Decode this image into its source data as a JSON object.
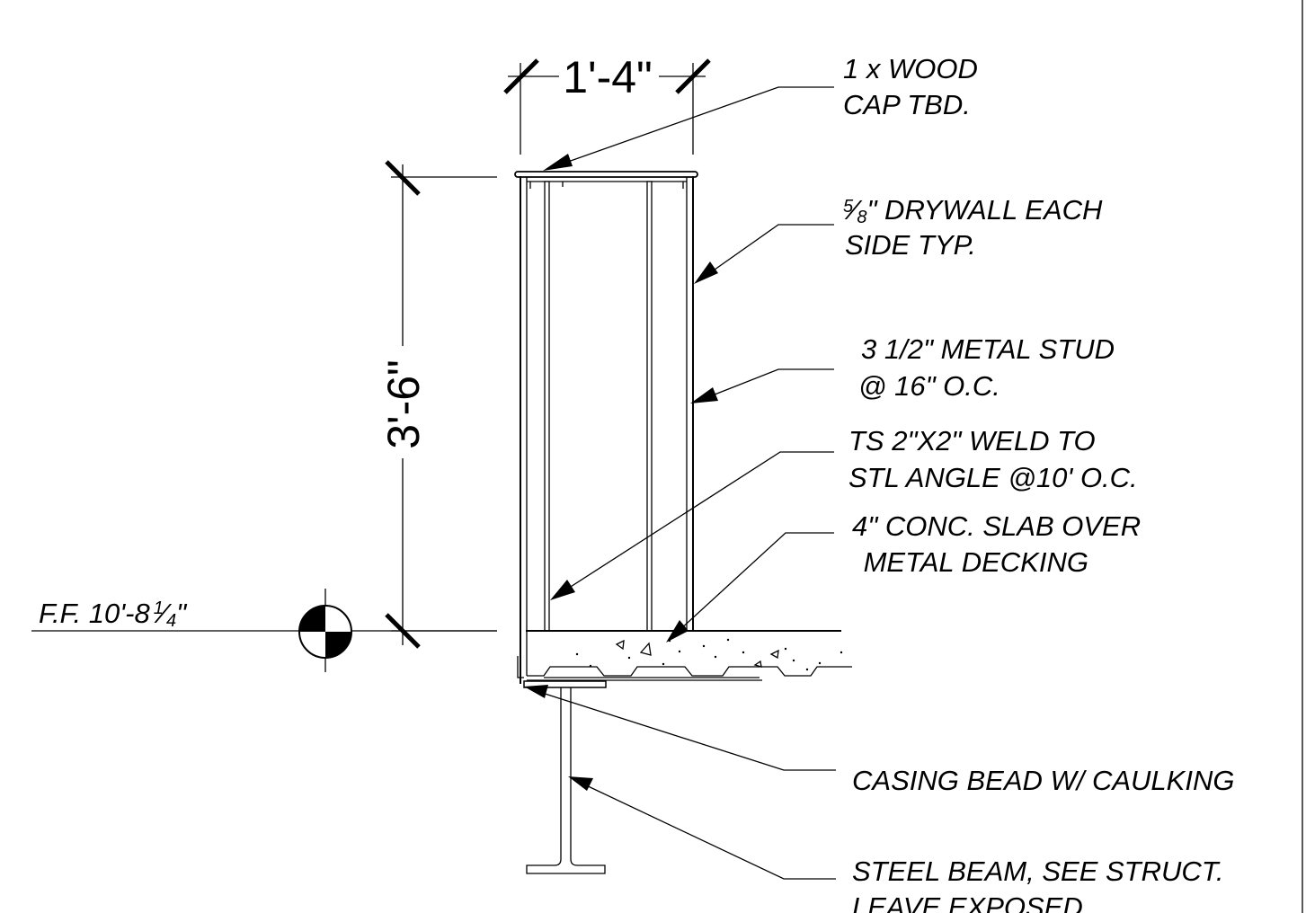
{
  "dimensions": {
    "width_label": "1'-4\"",
    "height_label": "3'-6\""
  },
  "elevation": {
    "label": "F.F.  10'-8",
    "fraction_num": "1",
    "fraction_den": "4",
    "suffix": "\""
  },
  "notes": {
    "wood_cap": [
      "1 x WOOD",
      "CAP TBD."
    ],
    "drywall": {
      "fraction_num": "5",
      "fraction_den": "8",
      "line1_rest": "\" DRYWALL EACH",
      "line2": "SIDE TYP."
    },
    "metal_stud": [
      "3 1/2\" METAL STUD",
      "@ 16\" O.C."
    ],
    "ts_weld": [
      "TS 2\"X2\" WELD TO",
      "STL ANGLE @10' O.C."
    ],
    "slab": [
      "4\" CONC. SLAB OVER",
      " METAL DECKING"
    ],
    "casing_bead": [
      "CASING BEAD W/ CAULKING"
    ],
    "steel_beam": [
      "STEEL BEAM, SEE STRUCT.",
      "LEAVE EXPOSED"
    ]
  },
  "colors": {
    "ink": "#000000",
    "paper": "#ffffff"
  }
}
